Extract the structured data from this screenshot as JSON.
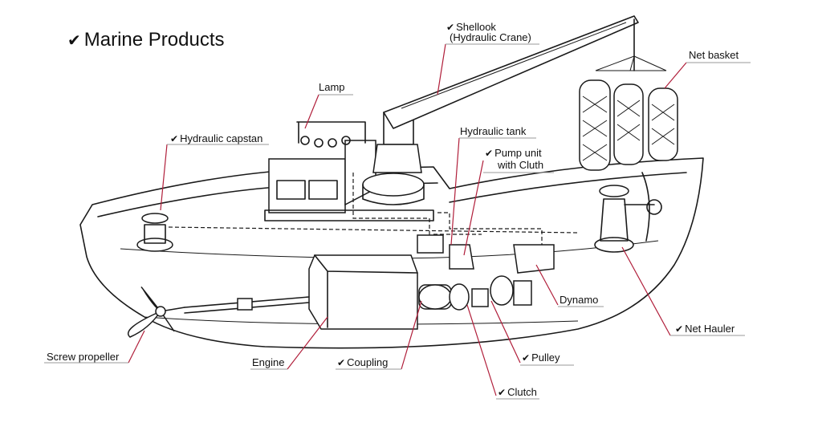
{
  "title": "Marine Products",
  "labels": {
    "shellook": "Shellook",
    "shellook_sub": "(Hydraulic Crane)",
    "net_basket": "Net basket",
    "lamp": "Lamp",
    "hydraulic_tank": "Hydraulic tank",
    "hydraulic_capstan": "Hydraulic capstan",
    "pump_unit": "Pump unit",
    "pump_unit_sub": "with Cluth",
    "dynamo": "Dynamo",
    "net_hauler": "Net Hauler",
    "pulley": "Pulley",
    "clutch": "Clutch",
    "coupling": "Coupling",
    "engine": "Engine",
    "screw_propeller": "Screw propeller"
  },
  "colors": {
    "leader_line": "#b01e3a",
    "underline": "#9a9a9a",
    "ink": "#1a1a1a"
  }
}
